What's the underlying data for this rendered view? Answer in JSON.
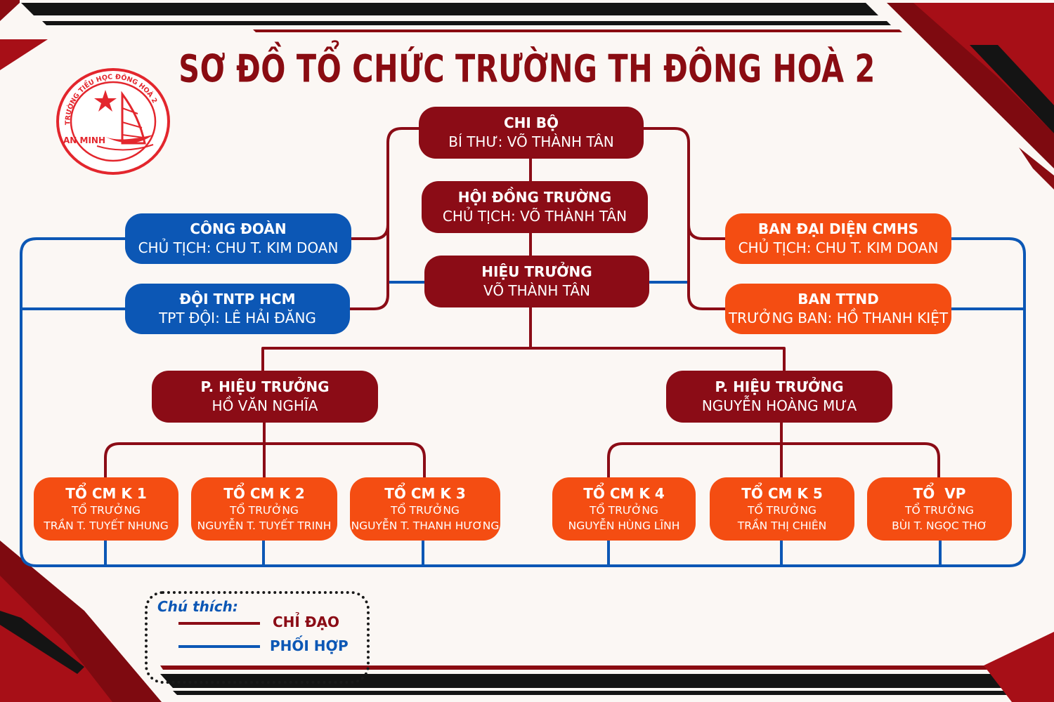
{
  "title": "SƠ ĐỒ TỔ CHỨC TRƯỜNG TH ĐÔNG HOÀ 2",
  "logo": {
    "ring_text": "TRƯỜNG TIỂU HỌC ĐÔNG HOÀ 2",
    "place": "AN MINH"
  },
  "colors": {
    "directing": "#8b0c16",
    "coordinating": "#0c57b5",
    "orange": "#f44d12",
    "title": "#8a0c12"
  },
  "nodes": {
    "chi_bo": {
      "title": "CHI BỘ",
      "sub": "BÍ THƯ: VÕ THÀNH TÂN"
    },
    "hoi_dong": {
      "title": "HỘI ĐỒNG TRƯỜNG",
      "sub": "CHỦ TỊCH: VÕ THÀNH TÂN"
    },
    "hieu_truong": {
      "title": "HIỆU TRƯỞNG",
      "sub": "VÕ THÀNH TÂN"
    },
    "cong_doan": {
      "title": "CÔNG ĐOÀN",
      "sub": "CHỦ TỊCH: CHU T. KIM DOAN"
    },
    "doi_tntp": {
      "title": "ĐỘI TNTP HCM",
      "sub": "TPT ĐỘI: LÊ HẢI ĐĂNG"
    },
    "cmhs": {
      "title": "BAN ĐẠI DIỆN CMHS",
      "sub": "CHỦ TỊCH: CHU T. KIM DOAN"
    },
    "ttnd": {
      "title": "BAN TTND",
      "sub": "TRƯỞNG BAN: HỒ THANH KIỆT"
    },
    "pht1": {
      "title": "P. HIỆU TRƯỞNG",
      "sub": "HỒ VĂN NGHĨA"
    },
    "pht2": {
      "title": "P. HIỆU TRƯỞNG",
      "sub": "NGUYỄN HOÀNG MƯA"
    }
  },
  "groups": [
    {
      "title": "TỔ CM K 1",
      "role": "TỔ TRƯỞNG",
      "name": "TRẦN T. TUYẾT NHUNG"
    },
    {
      "title": "TỔ CM K 2",
      "role": "TỔ TRƯỞNG",
      "name": "NGUYỄN T. TUYẾT TRINH"
    },
    {
      "title": "TỔ CM K 3",
      "role": "TỔ TRƯỞNG",
      "name": "NGUYỄN T. THANH HƯƠNG"
    },
    {
      "title": "TỔ CM K 4",
      "role": "TỔ TRƯỞNG",
      "name": "NGUYỄN HÙNG LĨNH"
    },
    {
      "title": "TỔ CM K 5",
      "role": "TỔ TRƯỞNG",
      "name": "TRẦN THỊ CHIÊN"
    },
    {
      "title": "TỔ  VP",
      "role": "TỔ TRƯỞNG",
      "name": "BÙI T. NGỌC THƠ"
    }
  ],
  "legend": {
    "title": "Chú thích:",
    "directing": "CHỈ ĐẠO",
    "coordinating": "PHỐI HỢP"
  }
}
